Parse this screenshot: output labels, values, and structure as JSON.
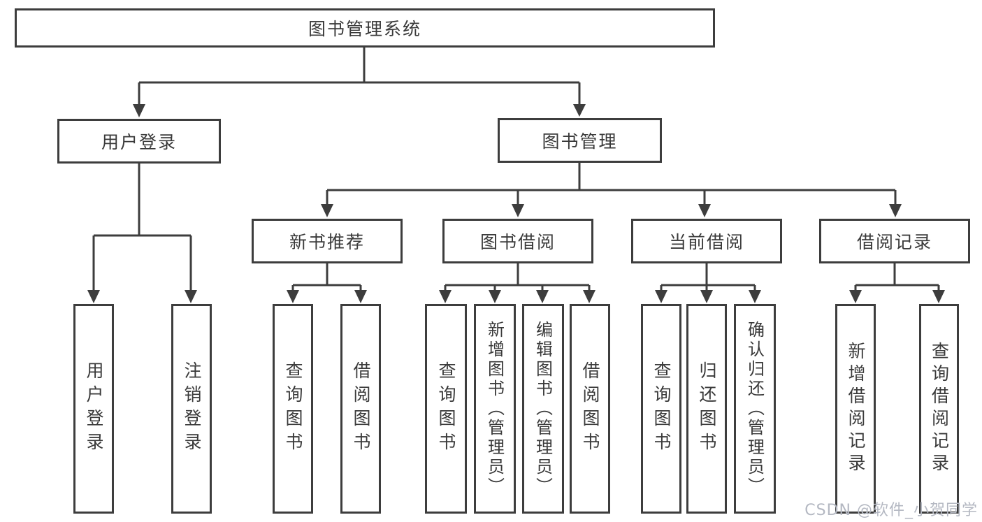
{
  "diagram": {
    "title": "图书管理系统",
    "level2": {
      "user_login": "用户登录",
      "book_management": "图书管理"
    },
    "level3": {
      "new_book": "新书推荐",
      "book_borrow": "图书借阅",
      "current_borrow": "当前借阅",
      "borrow_records": "借阅记录"
    },
    "leaves": {
      "login": [
        "用户登录",
        "注销登录"
      ],
      "new_book": [
        "查询图书",
        "借阅图书"
      ],
      "book_borrow": [
        "查询图书",
        "新增图书（管理员）",
        "编辑图书（管理员）",
        "借阅图书"
      ],
      "current_borrow": [
        "查询图书",
        "归还图书",
        "确认归还（管理员）"
      ],
      "borrow_records": [
        "新增借阅记录",
        "查询借阅记录"
      ]
    },
    "colors": {
      "line": "#3d3d3d",
      "text": "#3a3a3a",
      "background": "#ffffff",
      "watermark": "#b4b8c2"
    }
  },
  "watermark": "CSDN @软件_小贺同学"
}
